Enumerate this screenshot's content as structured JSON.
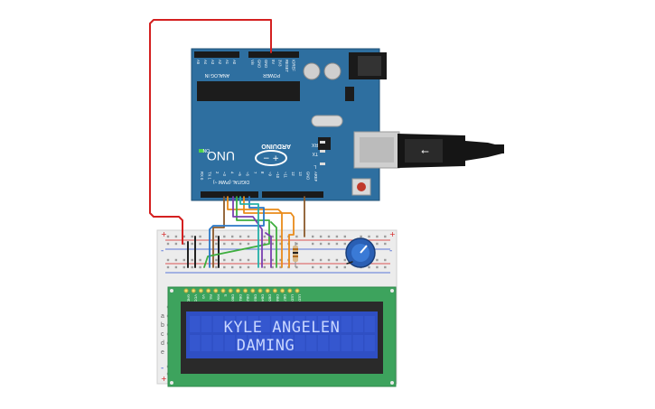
{
  "arduino": {
    "brand": "ARDUINO",
    "model": "UNO",
    "on_label": "ON",
    "tx_label": "TX",
    "rx_label": "RX",
    "l_label": "L",
    "digital_label": "DIGITAL (PWM ~)",
    "power_label": "POWER",
    "analog_label": "ANALOG IN",
    "power_pins": [
      "IOREF",
      "RESET",
      "3V3",
      "5V",
      "GND",
      "GND",
      "Vin"
    ],
    "analog_pins": [
      "A0",
      "A1",
      "A2",
      "A3",
      "A4",
      "A5"
    ],
    "digital_pins": [
      "AREF",
      "GND",
      "13",
      "12",
      "~11",
      "~10",
      "~9",
      "8",
      "7",
      "~6",
      "~5",
      "4",
      "~3",
      "2",
      "TX 1",
      "RX 0"
    ]
  },
  "lcd": {
    "line1": "KYLE ANGELEN",
    "line2": "DAMING",
    "pin_labels": [
      "GND",
      "VCC",
      "V0",
      "RS",
      "RW",
      "E",
      "DB0",
      "DB1",
      "DB2",
      "DB3",
      "DB4",
      "DB5",
      "DB6",
      "DB7",
      "LED",
      "LED"
    ]
  },
  "breadboard": {
    "row_letters": [
      "a",
      "b",
      "c",
      "d",
      "e"
    ],
    "rail_plus": "+",
    "rail_minus": "-"
  },
  "colors": {
    "arduino_board": "#2e6fa0",
    "lcd_pcb": "#3da35d",
    "lcd_screen": "#2f4fc4",
    "lcd_text": "#c8d6ff",
    "wire_red": "#d42020",
    "wire_black": "#222222",
    "wire_brown": "#8b5a2b",
    "wire_orange": "#e98b1a",
    "wire_green": "#3fae3f",
    "wire_blue": "#2a78c8",
    "wire_purple": "#7a3fb0",
    "wire_teal": "#25b0a8",
    "pot_blue": "#2a5fb4"
  }
}
